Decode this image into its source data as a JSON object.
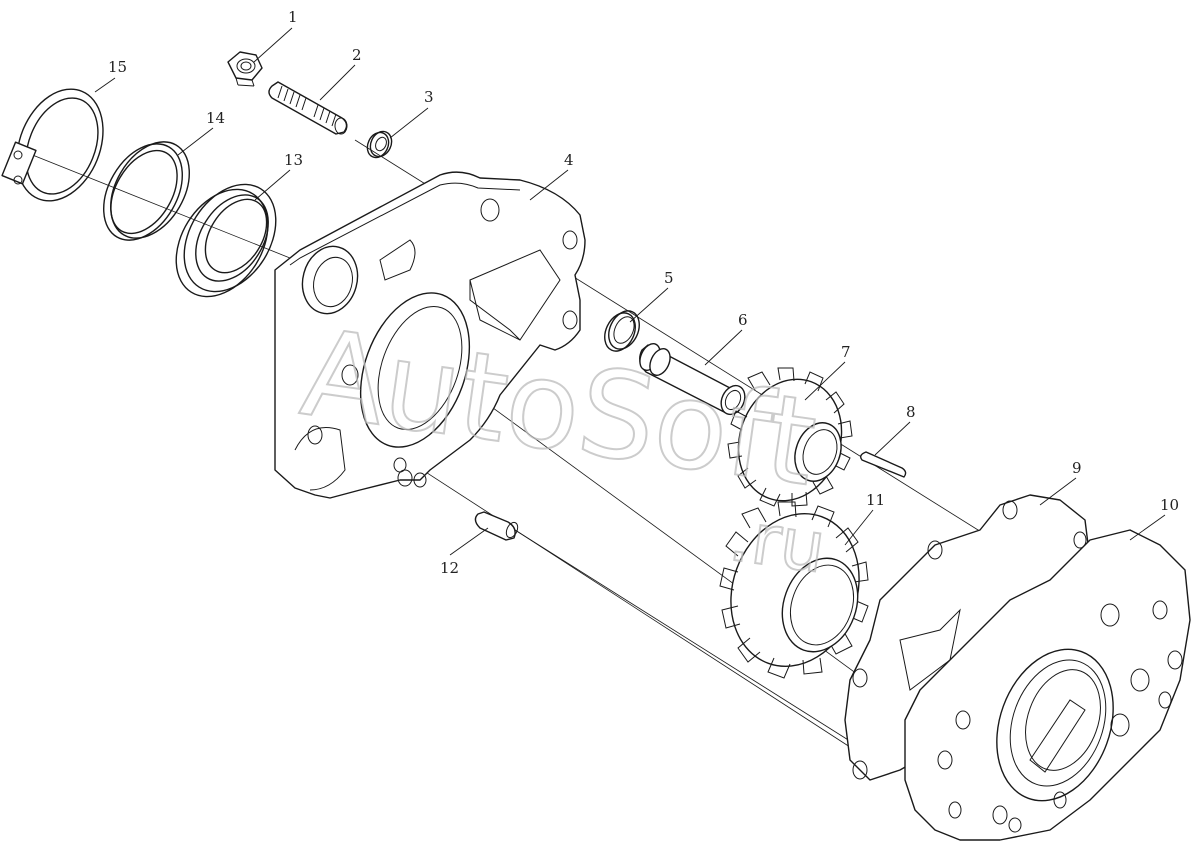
{
  "diagram": {
    "callouts": [
      {
        "id": "1",
        "label": "1"
      },
      {
        "id": "2",
        "label": "2"
      },
      {
        "id": "3",
        "label": "3"
      },
      {
        "id": "4",
        "label": "4"
      },
      {
        "id": "5",
        "label": "5"
      },
      {
        "id": "6",
        "label": "6"
      },
      {
        "id": "7",
        "label": "7"
      },
      {
        "id": "8",
        "label": "8"
      },
      {
        "id": "9",
        "label": "9"
      },
      {
        "id": "10",
        "label": "10"
      },
      {
        "id": "11",
        "label": "11"
      },
      {
        "id": "12",
        "label": "12"
      },
      {
        "id": "13",
        "label": "13"
      },
      {
        "id": "14",
        "label": "14"
      },
      {
        "id": "15",
        "label": "15"
      }
    ],
    "watermark": {
      "main": "AutoSoft",
      "sub": ".ru"
    },
    "colors": {
      "line": "#1a1a1a",
      "watermark": "#bbbbbb",
      "background": "#ffffff"
    }
  }
}
